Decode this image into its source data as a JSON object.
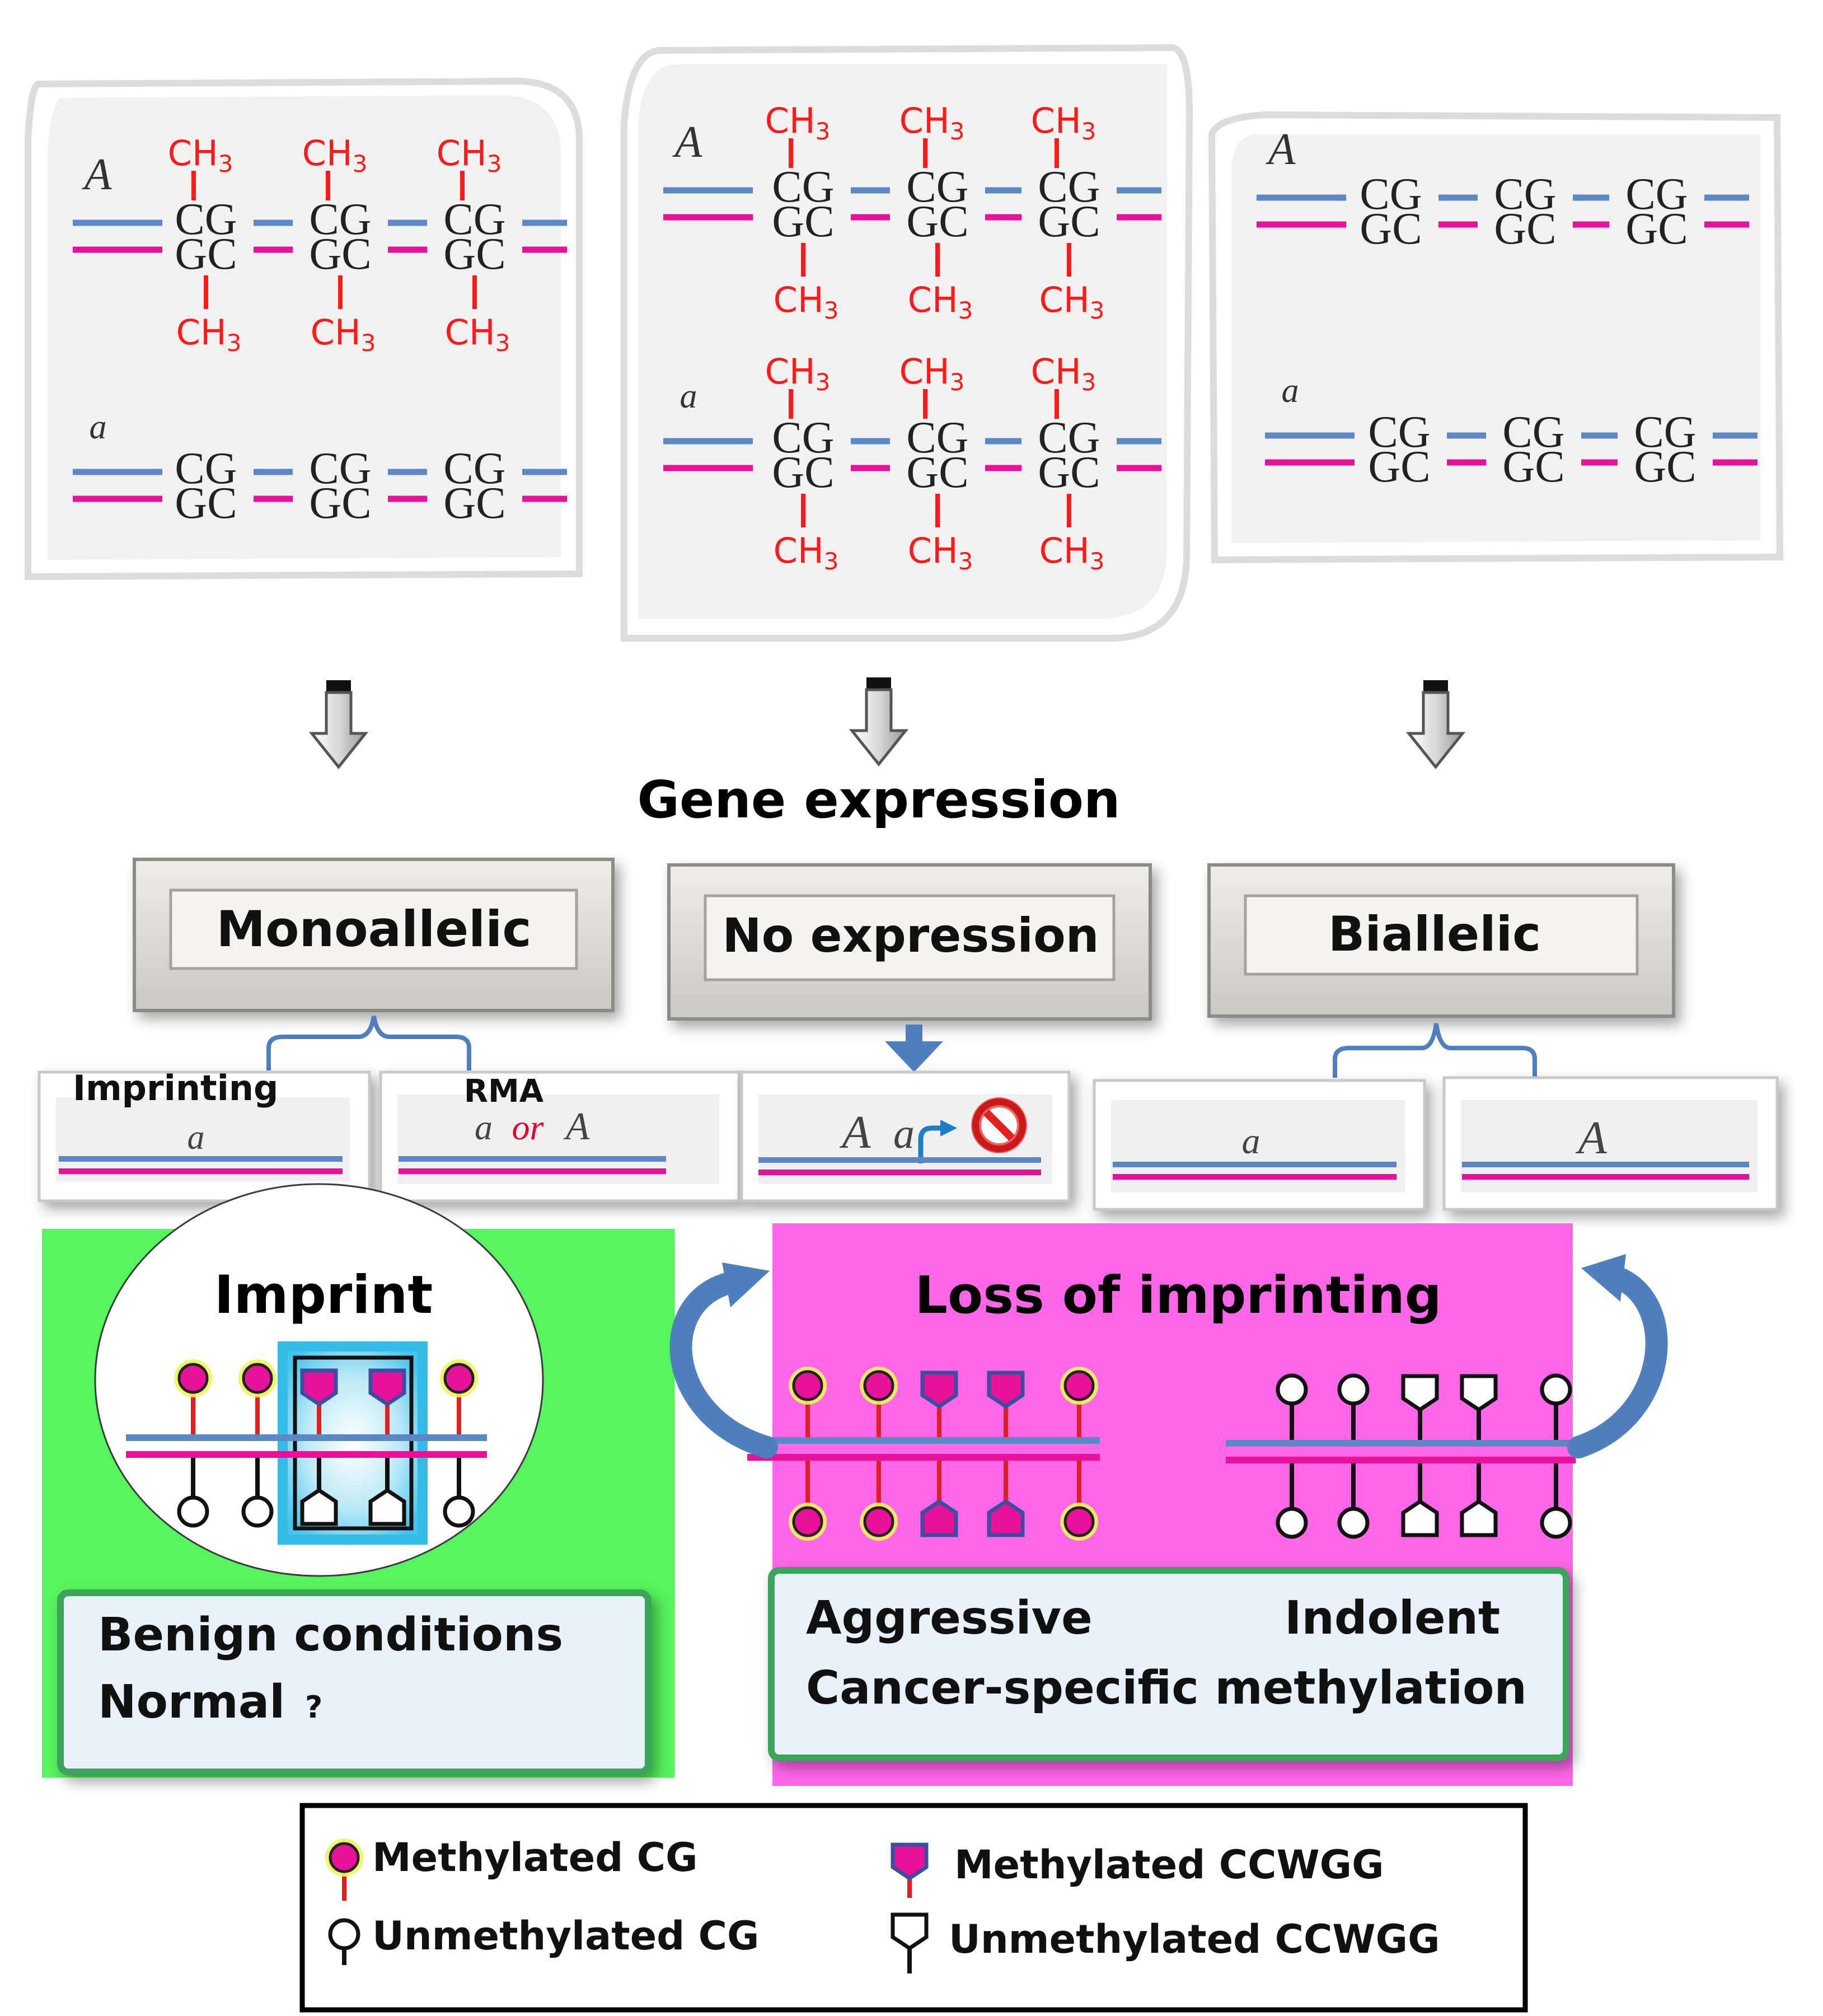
{
  "dna": {
    "ch3": "CH",
    "ch3_sub": "3",
    "cg": "CG",
    "gc": "GC",
    "allele_upper": "A",
    "allele_lower": "a"
  },
  "heading": "Gene expression",
  "expression": {
    "monoallelic": "Monoallelic",
    "no_expression": "No expression",
    "biallelic": "Biallelic"
  },
  "subpanels": {
    "imprinting": "Imprinting",
    "rma": "RMA",
    "or_word": "or"
  },
  "imprint": {
    "title": "Imprint",
    "conditions_line1": "Benign conditions",
    "conditions_line2": "Normal",
    "conditions_q": "?"
  },
  "loi": {
    "title": "Loss of imprinting",
    "aggressive": "Aggressive",
    "indolent": "Indolent",
    "cancer_specific": "Cancer-specific methylation"
  },
  "legend": {
    "methylated_cg": "Methylated CG",
    "unmethylated_cg": "Unmethylated CG",
    "methylated_ccwgg": "Methylated CCWGG",
    "unmethylated_ccwgg": "Unmethylated CCWGG"
  },
  "colors": {
    "blue_strand": "#5b87c4",
    "pink_strand": "#e8129a",
    "methyl_red": "#ff1a1a",
    "green_panel": "#55f55e",
    "magenta_panel": "#ff66e8",
    "box_fill": "#e8f0fa",
    "box_border": "#3aa35a",
    "arrow_blue": "#4f7fbf"
  }
}
